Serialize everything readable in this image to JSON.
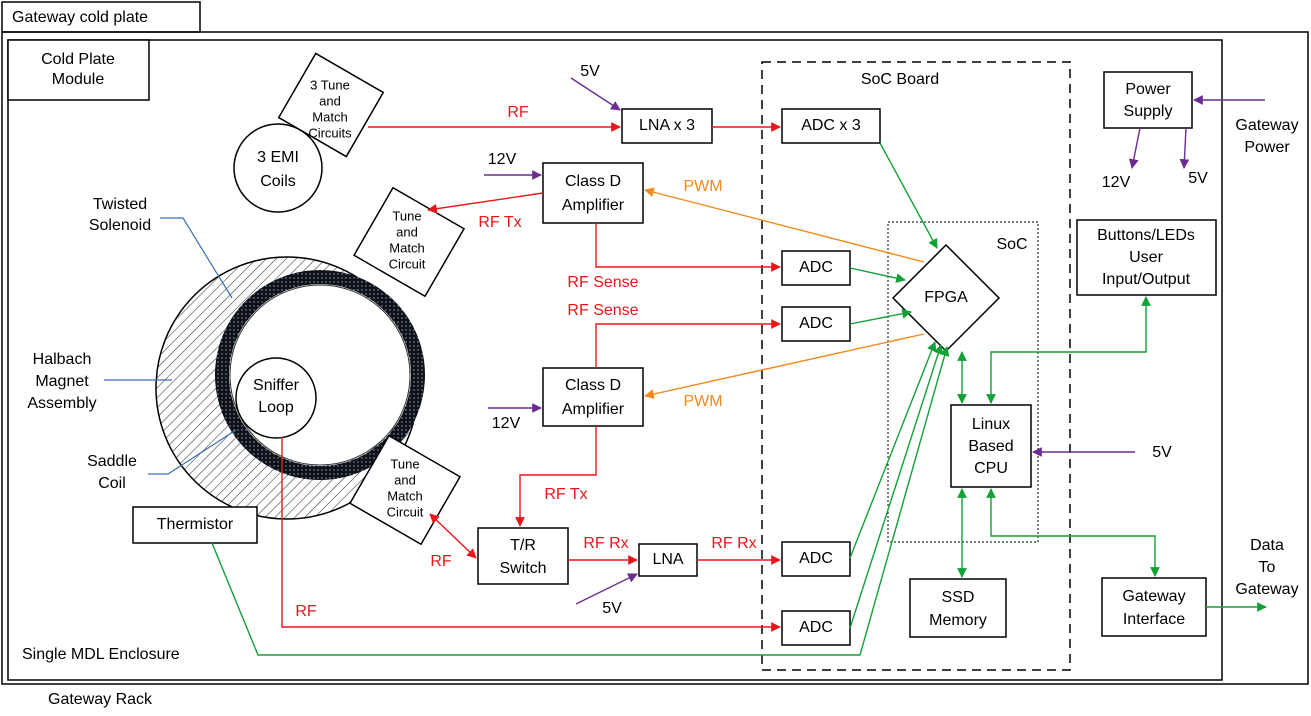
{
  "labels": {
    "gateway_cold_plate": "Gateway cold plate",
    "cold_plate_module": [
      "Cold Plate",
      "Module"
    ],
    "single_mdl_enclosure": "Single MDL Enclosure",
    "gateway_rack": "Gateway Rack",
    "soc_board": "SoC Board",
    "soc": "SoC",
    "twisted_solenoid": [
      "Twisted",
      "Solenoid"
    ],
    "halbach_magnet_assembly": [
      "Halbach",
      "Magnet",
      "Assembly"
    ],
    "saddle_coil": [
      "Saddle",
      "Coil"
    ],
    "gateway_power": [
      "Gateway",
      "Power"
    ],
    "data_to_gateway": [
      "Data",
      "To",
      "Gateway"
    ]
  },
  "blocks": {
    "tune_match_3": [
      "3 Tune",
      "and",
      "Match",
      "Circuits"
    ],
    "emi_coils": [
      "3 EMI",
      "Coils"
    ],
    "tune_match_top": [
      "Tune",
      "and",
      "Match",
      "Circuit"
    ],
    "tune_match_bottom": [
      "Tune",
      "and",
      "Match",
      "Circuit"
    ],
    "sniffer_loop": [
      "Sniffer",
      "Loop"
    ],
    "thermistor": "Thermistor",
    "lna_x3": "LNA x 3",
    "class_d_top": [
      "Class D",
      "Amplifier"
    ],
    "class_d_bottom": [
      "Class D",
      "Amplifier"
    ],
    "tr_switch": [
      "T/R",
      "Switch"
    ],
    "lna": "LNA",
    "adc_x3": "ADC x 3",
    "adc_1": "ADC",
    "adc_2": "ADC",
    "adc_3": "ADC",
    "adc_4": "ADC",
    "fpga": "FPGA",
    "linux_cpu": [
      "Linux",
      "Based",
      "CPU"
    ],
    "ssd_memory": [
      "SSD",
      "Memory"
    ],
    "power_supply": [
      "Power",
      "Supply"
    ],
    "buttons_leds": [
      "Buttons/LEDs",
      "User",
      "Input/Output"
    ],
    "gateway_interface": [
      "Gateway",
      "Interface"
    ]
  },
  "signals": {
    "rf_top": "RF",
    "rf_tx_top": "RF Tx",
    "rf_sense_1": "RF Sense",
    "rf_sense_2": "RF Sense",
    "pwm_top": "PWM",
    "pwm_bottom": "PWM",
    "rf_tx_bottom": "RF Tx",
    "rf_rx_1": "RF Rx",
    "rf_rx_2": "RF Rx",
    "rf_left": "RF",
    "rf_bottom": "RF",
    "v5_lna3": "5V",
    "v12_classd_top": "12V",
    "v12_classd_bottom": "12V",
    "v5_lna": "5V",
    "v5_cpu": "5V",
    "v12_ps": "12V",
    "v5_ps": "5V"
  },
  "colors": {
    "rf": "#e8171b",
    "digital": "#12a136",
    "pwm": "#f08a1c",
    "power": "#6a2c91",
    "pointer": "#3a6fb5"
  }
}
